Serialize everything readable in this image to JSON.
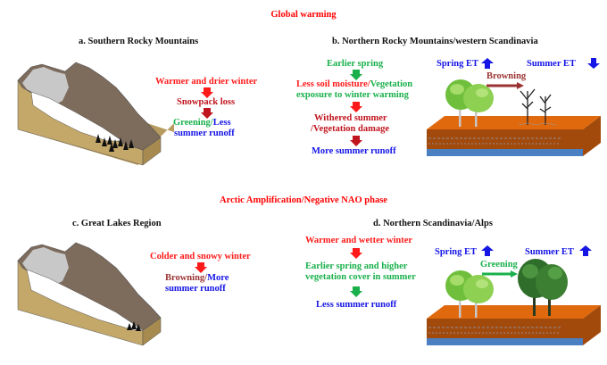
{
  "headers": {
    "top": "Global warming",
    "middle": "Arctic Amplification/Negative NAO phase"
  },
  "panels": {
    "a": {
      "title": "a. Southern Rocky Mountains",
      "steps": [
        "Warmer and drier winter",
        "Snowpack loss"
      ],
      "outcome_part1": "Greening/",
      "outcome_part2": "Less",
      "outcome_line2": "summer runoff"
    },
    "b": {
      "title": "b. Northern Rocky Mountains/western Scandinavia",
      "step1": "Earlier spring",
      "step2_red": "Less soil moisture/",
      "step2_green": "Vegetation",
      "step2_line2": "exposure to winter warming",
      "step3_line1": "Withered summer",
      "step3_line2": "/Vegetation damage",
      "step4": "More summer runoff",
      "spring_et": "Spring ET",
      "summer_et": "Summer ET",
      "transition": "Browning"
    },
    "c": {
      "title": "c. Great Lakes Region",
      "step1": "Colder and snowy winter",
      "outcome_part1": "Browning/",
      "outcome_part2": "More",
      "outcome_line2": "summer runoff"
    },
    "d": {
      "title": "d. Northern Scandinavia/Alps",
      "step1": "Warmer and wetter winter",
      "step2_line1": "Earlier spring and higher",
      "step2_line2": "vegetation cover in summer",
      "step3": "Less summer runoff",
      "spring_et": "Spring ET",
      "summer_et": "Summer ET",
      "transition": "Greening"
    }
  },
  "colors": {
    "red": "#ff1a1a",
    "dark_red": "#c0141e",
    "green": "#19b04b",
    "blue": "#1515e6",
    "brown": "#9b3232",
    "soil_top": "#e0690e",
    "soil_side": "#a24a0c",
    "water": "#4a7fc1"
  }
}
